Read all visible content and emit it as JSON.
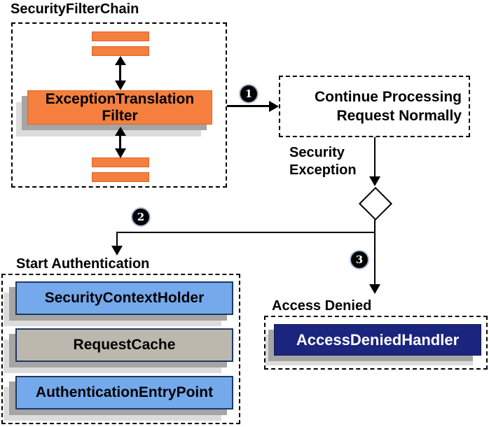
{
  "security_filter_chain": {
    "title": "SecurityFilterChain",
    "filter_box": {
      "line1": "ExceptionTranslation",
      "line2": "Filter"
    }
  },
  "steps": {
    "one": "1",
    "two": "2",
    "three": "3"
  },
  "continue_box": {
    "line1": "Continue Processing",
    "line2": "Request Normally"
  },
  "security_exception": {
    "line1": "Security",
    "line2": "Exception"
  },
  "start_authentication": {
    "title": "Start Authentication",
    "items": [
      {
        "label": "SecurityContextHolder",
        "color": "#74a9ec"
      },
      {
        "label": "RequestCache",
        "color": "#bcb8ae"
      },
      {
        "label": "AuthenticationEntryPoint",
        "color": "#74a9ec"
      }
    ]
  },
  "access_denied": {
    "title": "Access Denied",
    "handler": {
      "label": "AccessDeniedHandler",
      "color": "#1b257e",
      "text_color": "#ffffff"
    }
  },
  "colors": {
    "filter_orange": "#f47f3e",
    "orange_border": "#e0662a",
    "node_border_navy": "#1f3864",
    "shadow_dark": "#a5a5a5",
    "shadow_light": "#dcdcdc"
  }
}
